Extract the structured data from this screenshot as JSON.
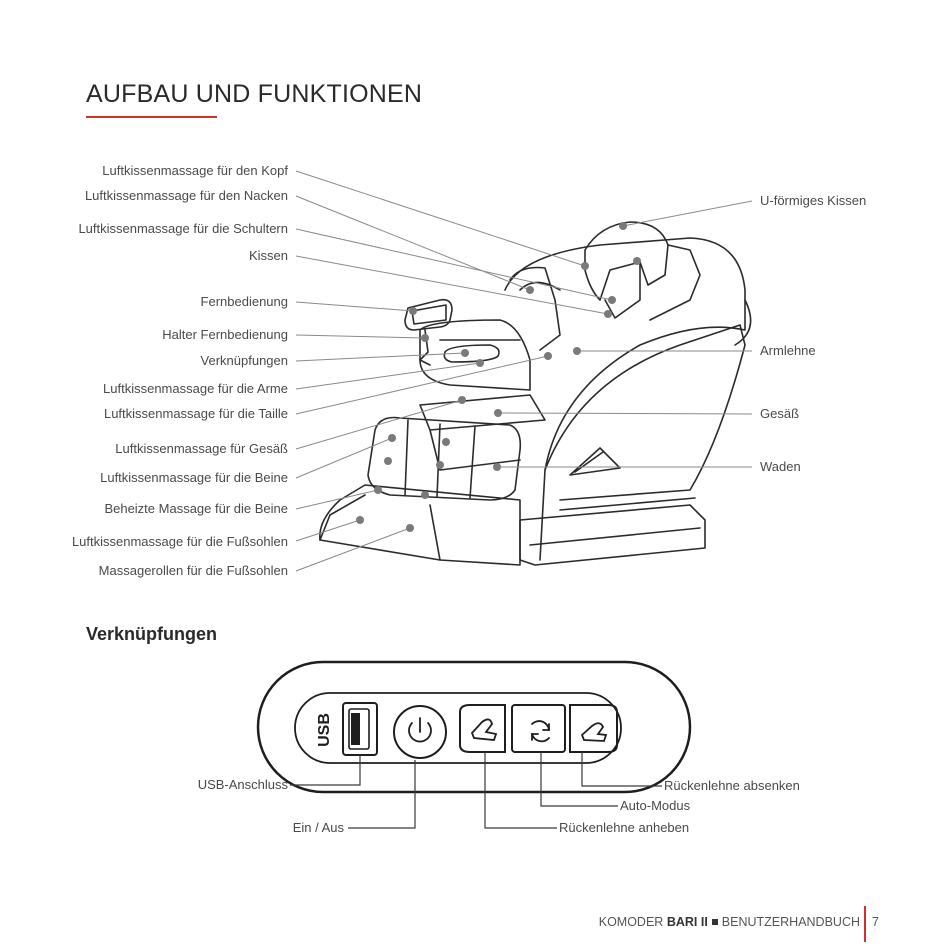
{
  "page": {
    "title": "AUFBAU UND FUNKTIONEN",
    "section_title": "Verknüpfungen",
    "accent_color": "#d32f2f"
  },
  "chair_labels_left": [
    "Luftkissenmassage für den Kopf",
    "Luftkissenmassage für den Nacken",
    "Luftkissenmassage für die Schultern",
    "Kissen",
    "Fernbedienung",
    "Halter Fernbedienung",
    "Verknüpfungen",
    "Luftkissenmassage für die Arme",
    "Luftkissenmassage für die Taille",
    "Luftkissenmassage für Gesäß",
    "Luftkissenmassage für die Beine",
    "Beheizte Massage für die Beine",
    "Luftkissenmassage für die Fußsohlen",
    "Massagerollen für die Fußsohlen"
  ],
  "chair_labels_right": [
    "U-förmiges Kissen",
    "Armlehne",
    "Gesäß",
    "Waden"
  ],
  "panel": {
    "usb_text": "USB",
    "labels": {
      "usb": "USB-Anschluss",
      "power": "Ein / Aus",
      "back_up": "Rückenlehne anheben",
      "auto": "Auto-Modus",
      "back_down": "Rückenlehne absenken"
    }
  },
  "footer": {
    "brand": "KOMODER",
    "model": "BARI II",
    "doc": "BENUTZERHANDBUCH",
    "page_number": "7"
  }
}
